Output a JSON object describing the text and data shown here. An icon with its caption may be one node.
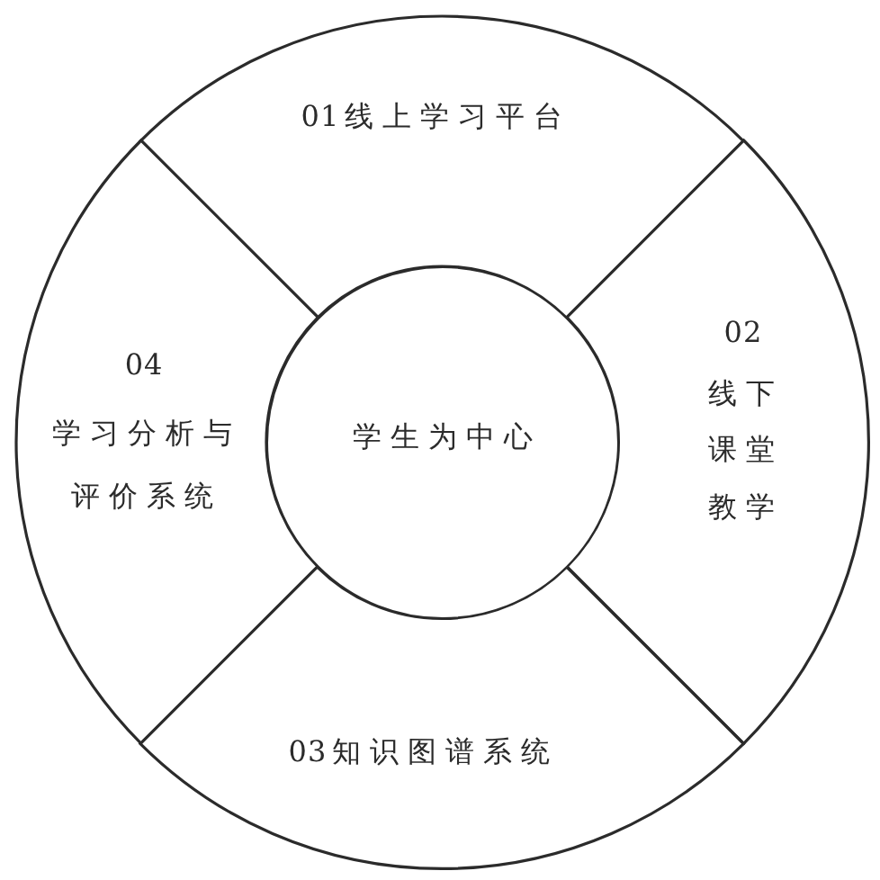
{
  "diagram": {
    "nodes": [
      {
        "text": [
          "01线上学习平台"
        ]
      },
      {
        "text": [
          "04",
          "学习分析与评价系统"
        ]
      },
      {
        "text": [
          "学生为中心"
        ]
      },
      {
        "text": [
          "02",
          "线下课堂教学"
        ]
      },
      {
        "text": [
          "03知识图谱系统"
        ]
      }
    ]
  }
}
